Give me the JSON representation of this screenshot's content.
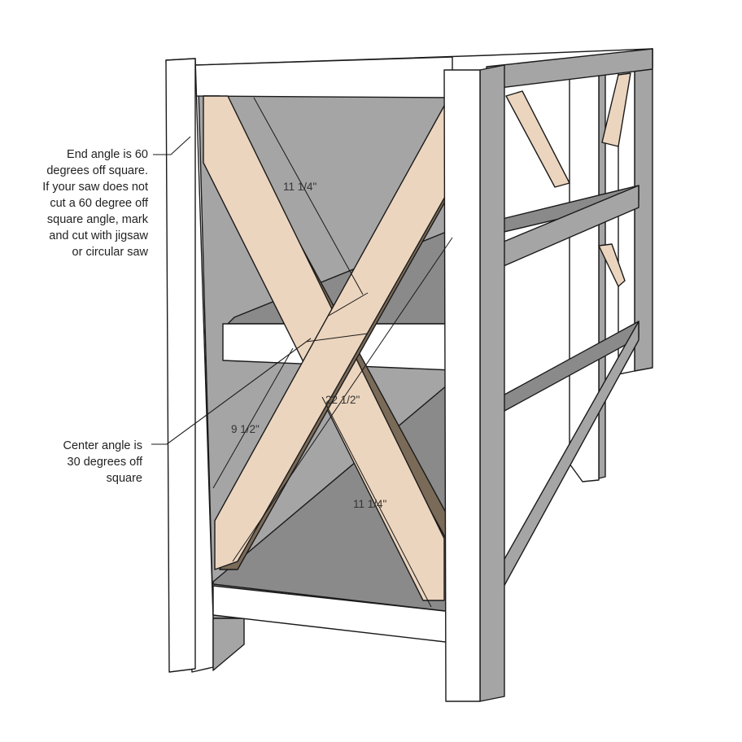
{
  "notes": {
    "end_angle": [
      "End angle is 60",
      "degrees off square.",
      "If your saw does not",
      "cut a 60 degree off",
      "square angle, mark",
      "and cut with jigsaw",
      "or circular saw"
    ],
    "center_angle": [
      "Center angle is",
      "30 degrees off",
      "square"
    ]
  },
  "dimensions": {
    "upper_long": "11 1/4\"",
    "inner_short": "9 1/2\"",
    "center": "22 1/2\"",
    "lower_long": "11 1/4\""
  },
  "colors": {
    "frame_white": "#ffffff",
    "frame_gray": "#a5a5a5",
    "shelf_gray": "#8a8a8a",
    "brace_wood": "#ecd5be",
    "brace_edge": "#7a6a58",
    "outline": "#1a1a1a"
  }
}
